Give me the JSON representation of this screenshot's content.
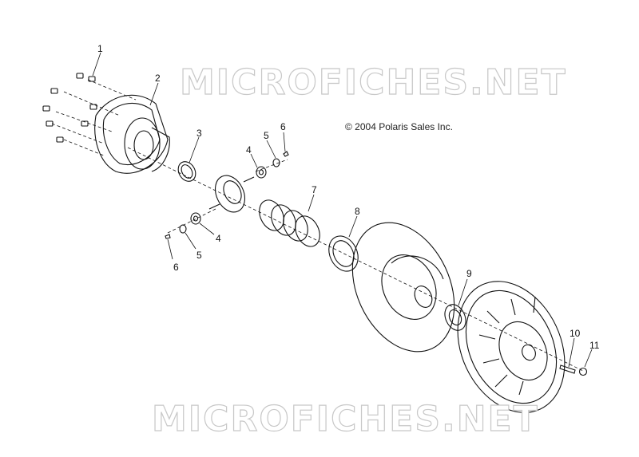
{
  "copyright": "© 2004 Polaris Sales Inc.",
  "watermark_top": "MICROFICHES.NET",
  "watermark_bottom": "MICROFICHES.NET",
  "callouts": [
    "1",
    "2",
    "3",
    "4",
    "5",
    "6",
    "7",
    "8",
    "4",
    "5",
    "6",
    "9",
    "10",
    "11"
  ],
  "line_color": "#111111"
}
